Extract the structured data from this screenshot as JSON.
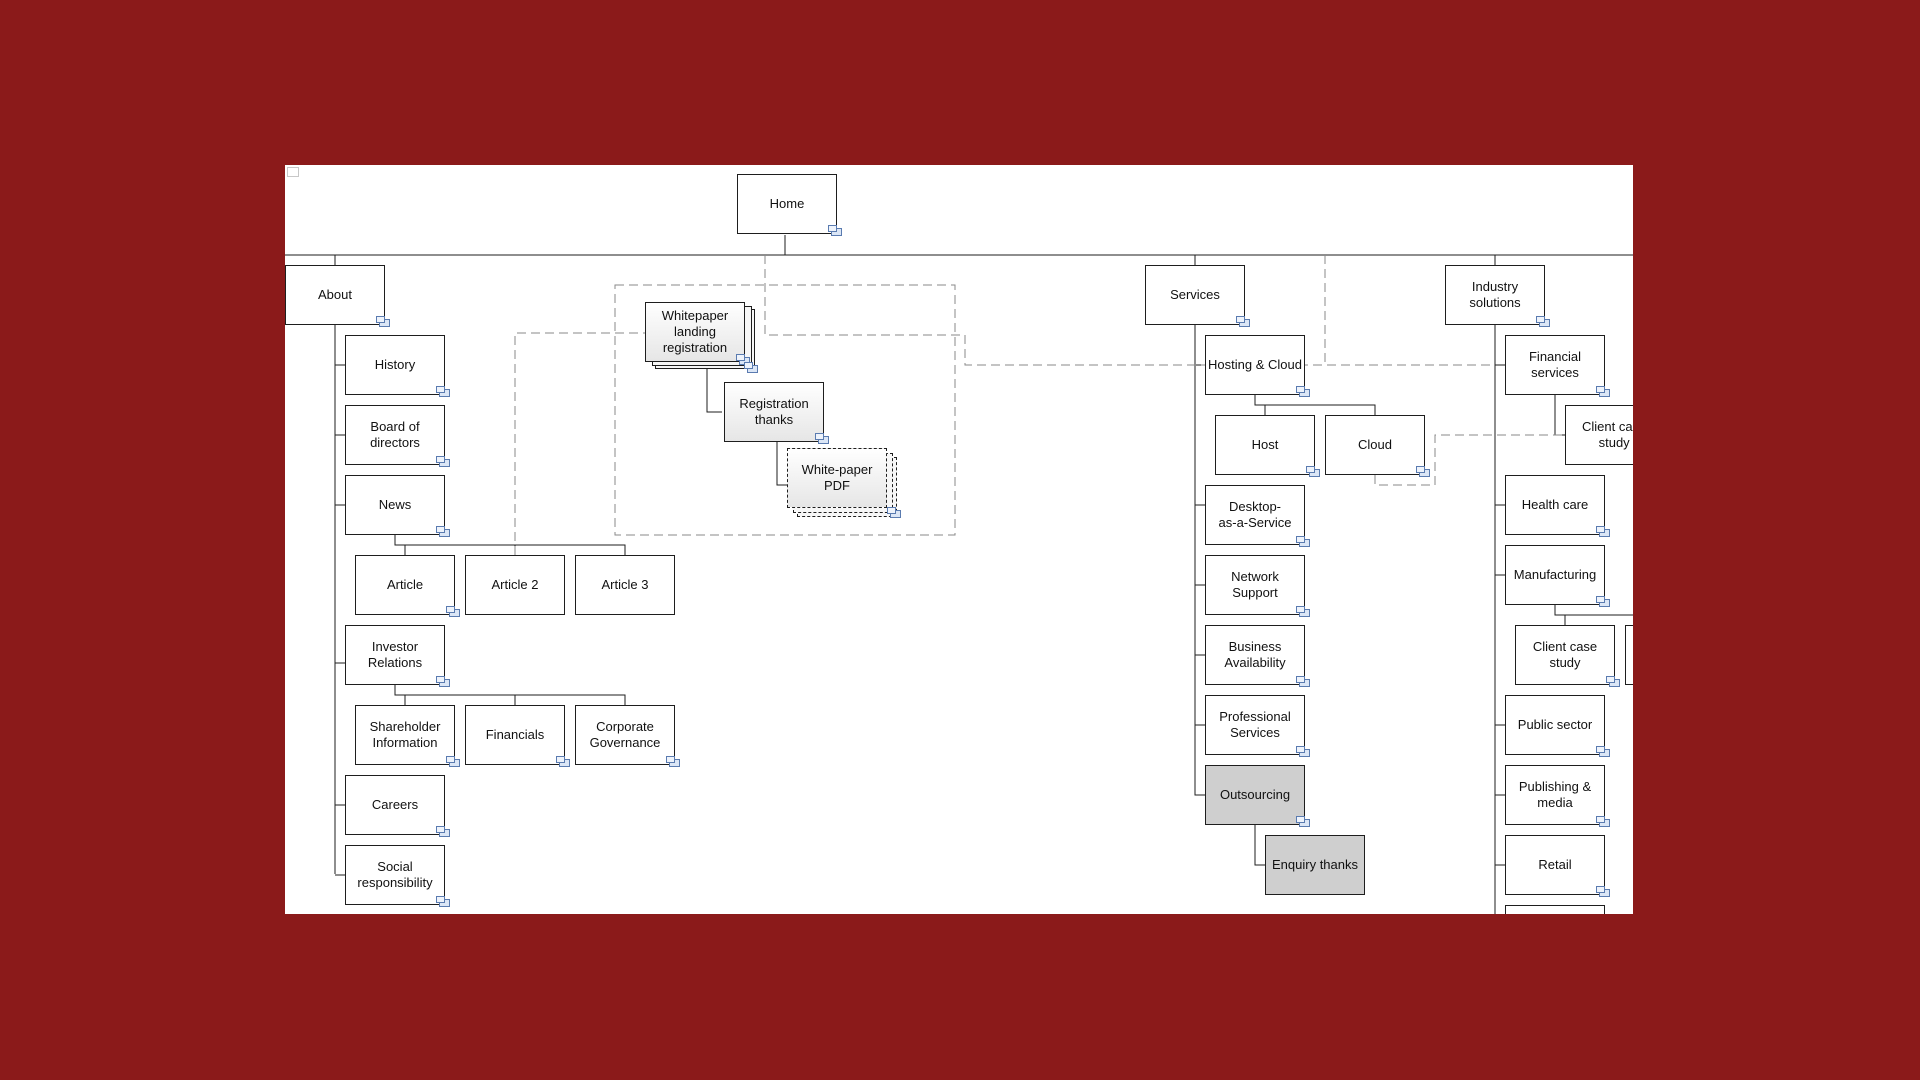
{
  "diagram": {
    "background_color": "#8b1a1a",
    "canvas_color": "#ffffff",
    "nodes": {
      "home": "Home",
      "about": "About",
      "history": "History",
      "board": "Board of\ndirectors",
      "news": "News",
      "article": "Article",
      "article2": "Article 2",
      "article3": "Article 3",
      "investor": "Investor\nRelations",
      "shareholder": "Shareholder\nInformation",
      "financials": "Financials",
      "governance": "Corporate\nGovernance",
      "careers": "Careers",
      "social": "Social\nresponsibility",
      "whitepaper_reg": "Whitepaper\nlanding\nregistration",
      "reg_thanks": "Registration\nthanks",
      "whitepaper_pdf": "White-paper\nPDF",
      "services": "Services",
      "hosting": "Hosting & Cloud",
      "host": "Host",
      "cloud": "Cloud",
      "desktop": "Desktop-\nas-a-Service",
      "network": "Network Support",
      "business": "Business\nAvailability",
      "professional": "Professional\nServices",
      "outsourcing": "Outsourcing",
      "enquiry": "Enquiry thanks",
      "industry": "Industry\nsolutions",
      "fin_services": "Financial\nservices",
      "client_case_1": "Client case\nstudy",
      "health": "Health care",
      "manufacturing": "Manufacturing",
      "client_case_2": "Client case\nstudy",
      "public": "Public sector",
      "publishing": "Publishing &\nmedia",
      "retail": "Retail"
    }
  }
}
